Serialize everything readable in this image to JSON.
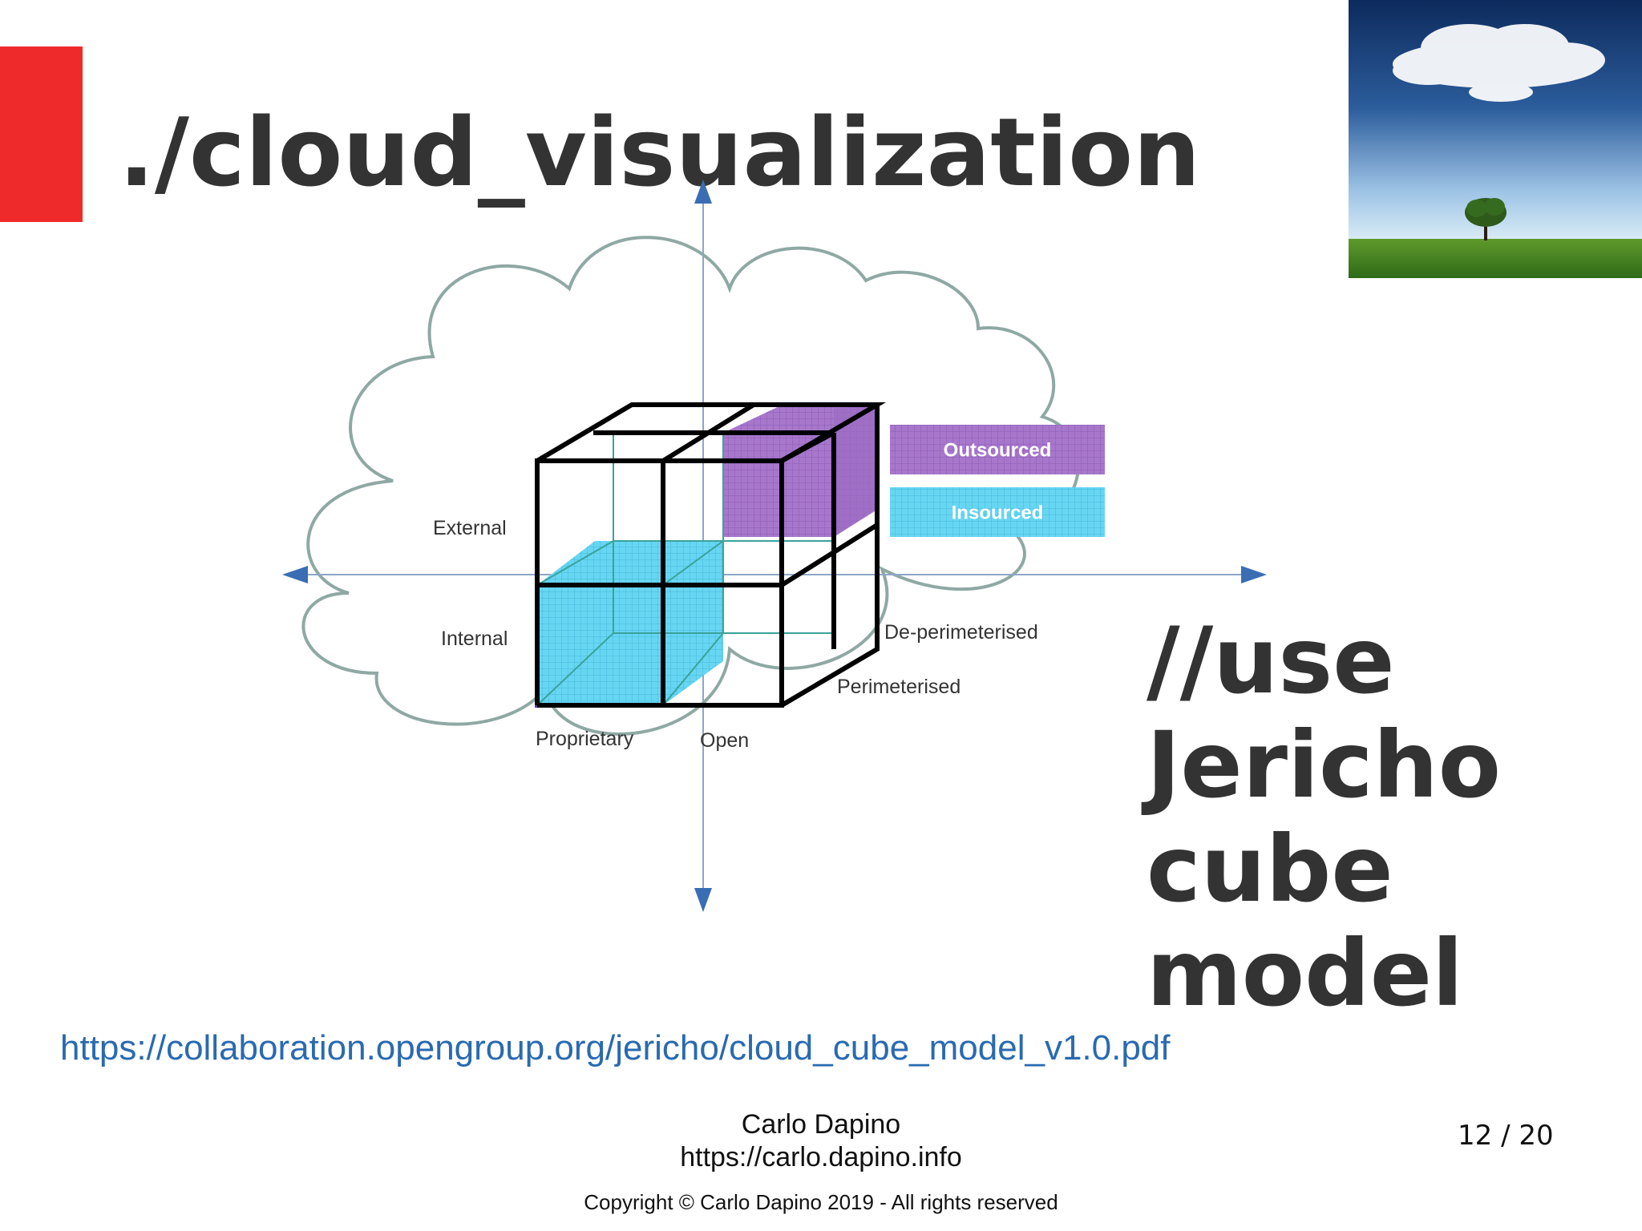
{
  "slide": {
    "title": "./cloud_visualization",
    "subtitle_lines": [
      "//use",
      "Jericho",
      "cube",
      "model"
    ],
    "reference_link": "https://collaboration.opengroup.org/jericho/cloud_cube_model_v1.0.pdf",
    "footer": {
      "author": "Carlo Dapino",
      "website": "https://carlo.dapino.info",
      "copyright": "Copyright © Carlo Dapino 2019 - All rights reserved"
    },
    "page_number": "12 / 20"
  },
  "diagram": {
    "labels": {
      "external": "External",
      "internal": "Internal",
      "proprietary": "Proprietary",
      "open": "Open",
      "deperimeterised": "De-perimeterised",
      "perimeterised": "Perimeterised"
    },
    "legend": [
      {
        "label": "Outsourced",
        "color": "#a777cc"
      },
      {
        "label": "Insourced",
        "color": "#67d6f3"
      }
    ],
    "colors": {
      "accent": "#ee2a2a",
      "axis": "#3a6db3",
      "cloud_outline": "#8fa8a4",
      "cube_edge": "#000000"
    }
  }
}
